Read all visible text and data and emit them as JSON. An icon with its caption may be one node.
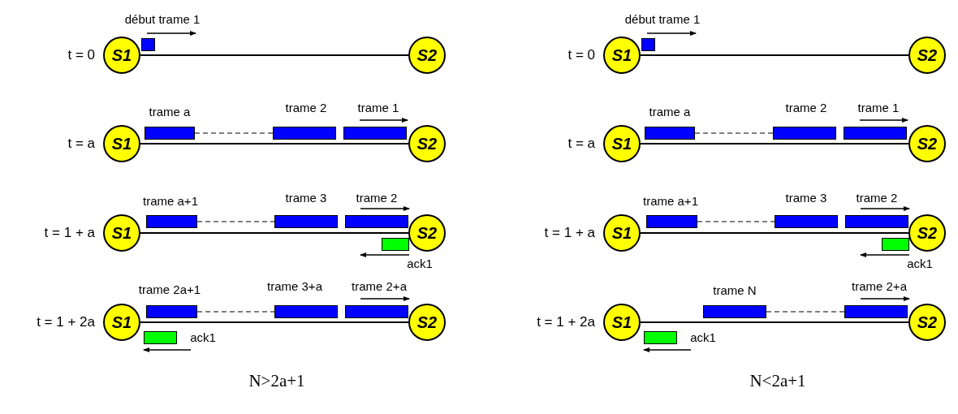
{
  "diagram": {
    "nodes": [
      {
        "text": [
          "S1"
        ]
      },
      {
        "text": [
          "début trame 1"
        ]
      },
      {
        "text": [
          "S2"
        ]
      },
      {
        "text": [
          "S1"
        ]
      },
      {
        "text": [
          "trame a"
        ]
      },
      {
        "text": [
          "trame 2"
        ]
      },
      {
        "text": [
          "trame 1"
        ]
      },
      {
        "text": [
          "S2"
        ]
      },
      {
        "text": [
          "S1"
        ]
      },
      {
        "text": [
          "trame a+1"
        ]
      },
      {
        "text": [
          "trame 3"
        ]
      },
      {
        "text": [
          "trame 2"
        ]
      },
      {
        "text": [
          "S2"
        ]
      },
      {
        "text": [
          "ack1"
        ]
      },
      {
        "text": [
          "S1"
        ]
      },
      {
        "text": [
          "trame 2a+1"
        ]
      },
      {
        "text": [
          "trame 3+a"
        ]
      },
      {
        "text": [
          "trame 2+a"
        ]
      },
      {
        "text": [
          "S2"
        ]
      },
      {
        "text": [
          "ack1"
        ]
      },
      {
        "text": [
          "S1"
        ]
      },
      {
        "text": [
          "début trame 1"
        ]
      },
      {
        "text": [
          "S2"
        ]
      },
      {
        "text": [
          "S1"
        ]
      },
      {
        "text": [
          "trame a"
        ]
      },
      {
        "text": [
          "trame 2"
        ]
      },
      {
        "text": [
          "trame 1"
        ]
      },
      {
        "text": [
          "S2"
        ]
      },
      {
        "text": [
          "S1"
        ]
      },
      {
        "text": [
          "trame a+1"
        ]
      },
      {
        "text": [
          "trame 3"
        ]
      },
      {
        "text": [
          "trame 2"
        ]
      },
      {
        "text": [
          "S2"
        ]
      },
      {
        "text": [
          "ack1"
        ]
      },
      {
        "text": [
          "S1"
        ]
      },
      {
        "text": [
          "trame N"
        ]
      },
      {
        "text": [
          "trame 2+a"
        ]
      },
      {
        "text": [
          "S2"
        ]
      },
      {
        "text": [
          "ack1"
        ]
      }
    ],
    "edges": [
      {
        "from": 0,
        "to": 2,
        "arrow": "none"
      },
      {
        "from": 3,
        "to": 7,
        "arrow": "none"
      },
      {
        "from": 4,
        "to": 5,
        "arrow": "none",
        "style": "dashed"
      },
      {
        "from": 8,
        "to": 12,
        "arrow": "none"
      },
      {
        "from": 9,
        "to": 10,
        "arrow": "none",
        "style": "dashed"
      },
      {
        "from": 14,
        "to": 18,
        "arrow": "none"
      },
      {
        "from": 15,
        "to": 16,
        "arrow": "none",
        "style": "dashed"
      },
      {
        "from": 20,
        "to": 22,
        "arrow": "none"
      },
      {
        "from": 23,
        "to": 27,
        "arrow": "none"
      },
      {
        "from": 24,
        "to": 25,
        "arrow": "none",
        "style": "dashed"
      },
      {
        "from": 28,
        "to": 32,
        "arrow": "none"
      },
      {
        "from": 29,
        "to": 30,
        "arrow": "none",
        "style": "dashed"
      },
      {
        "from": 34,
        "to": 37,
        "arrow": "none"
      },
      {
        "from": 35,
        "to": 36,
        "arrow": "none",
        "style": "dashed"
      }
    ],
    "labels": [
      "t = 0",
      "t = a",
      "t = 1 + a",
      "t = 1 + 2a",
      "t = 0",
      "t = a",
      "t = 1 + a",
      "t = 1 + 2a",
      "N>2a+1",
      "N<2a+1"
    ]
  }
}
